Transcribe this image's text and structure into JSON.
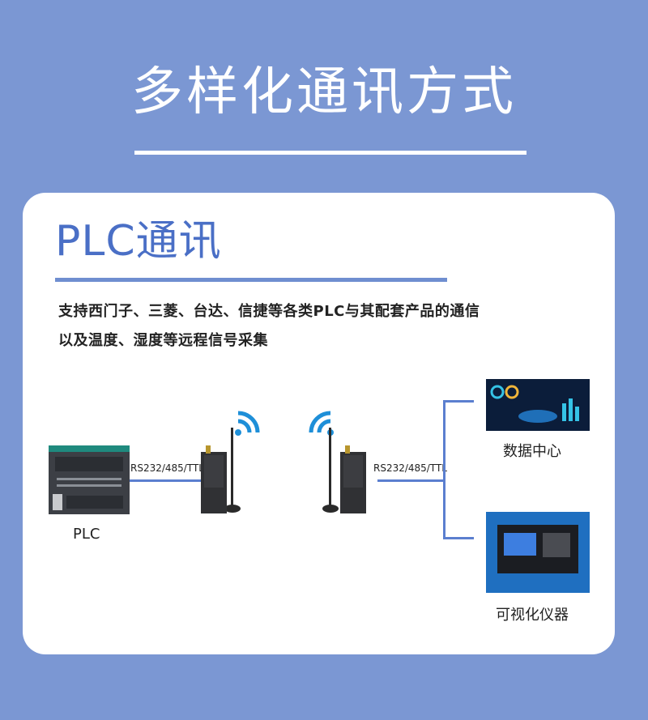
{
  "title": "多样化通讯方式",
  "section": {
    "heading": "PLC通讯",
    "description_lines": [
      "支持西门子、三菱、台达、信捷等各类PLC与其配套产品的通信",
      "以及温度、湿度等远程信号采集"
    ]
  },
  "diagram": {
    "plc_label": "PLC",
    "link_label_left": "RS232/485/TTL",
    "link_label_right": "RS232/485/TTL",
    "data_center_label": "数据中心",
    "instrument_label": "可视化仪器"
  },
  "colors": {
    "background": "#7b97d3",
    "accent": "#4a6fc6",
    "card": "#ffffff"
  }
}
